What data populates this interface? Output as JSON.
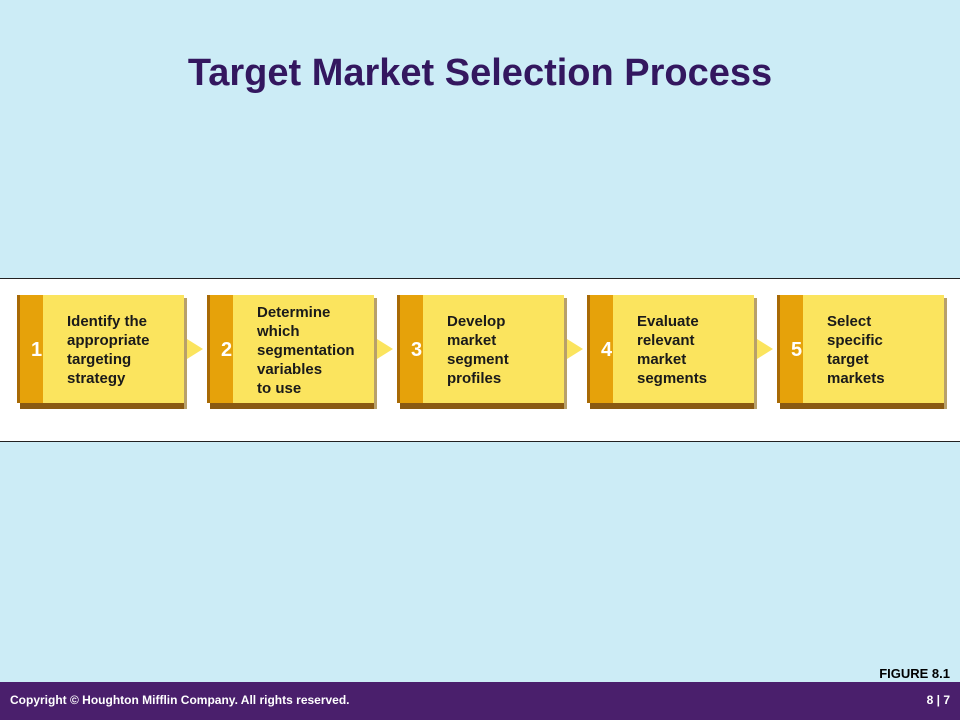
{
  "title": "Target Market Selection Process",
  "steps": [
    {
      "number": "1",
      "label": "Identify the\nappropriate\ntargeting\nstrategy"
    },
    {
      "number": "2",
      "label": "Determine\nwhich\nsegmentation\nvariables\nto use"
    },
    {
      "number": "3",
      "label": "Develop\nmarket\nsegment\nprofiles"
    },
    {
      "number": "4",
      "label": "Evaluate\nrelevant\nmarket\nsegments"
    },
    {
      "number": "5",
      "label": "Select\nspecific\ntarget\nmarkets"
    }
  ],
  "figure_label": "FIGURE 8.1",
  "footer": {
    "copyright": "Copyright © Houghton Mifflin Company. All rights reserved.",
    "page": "8 | 7"
  }
}
